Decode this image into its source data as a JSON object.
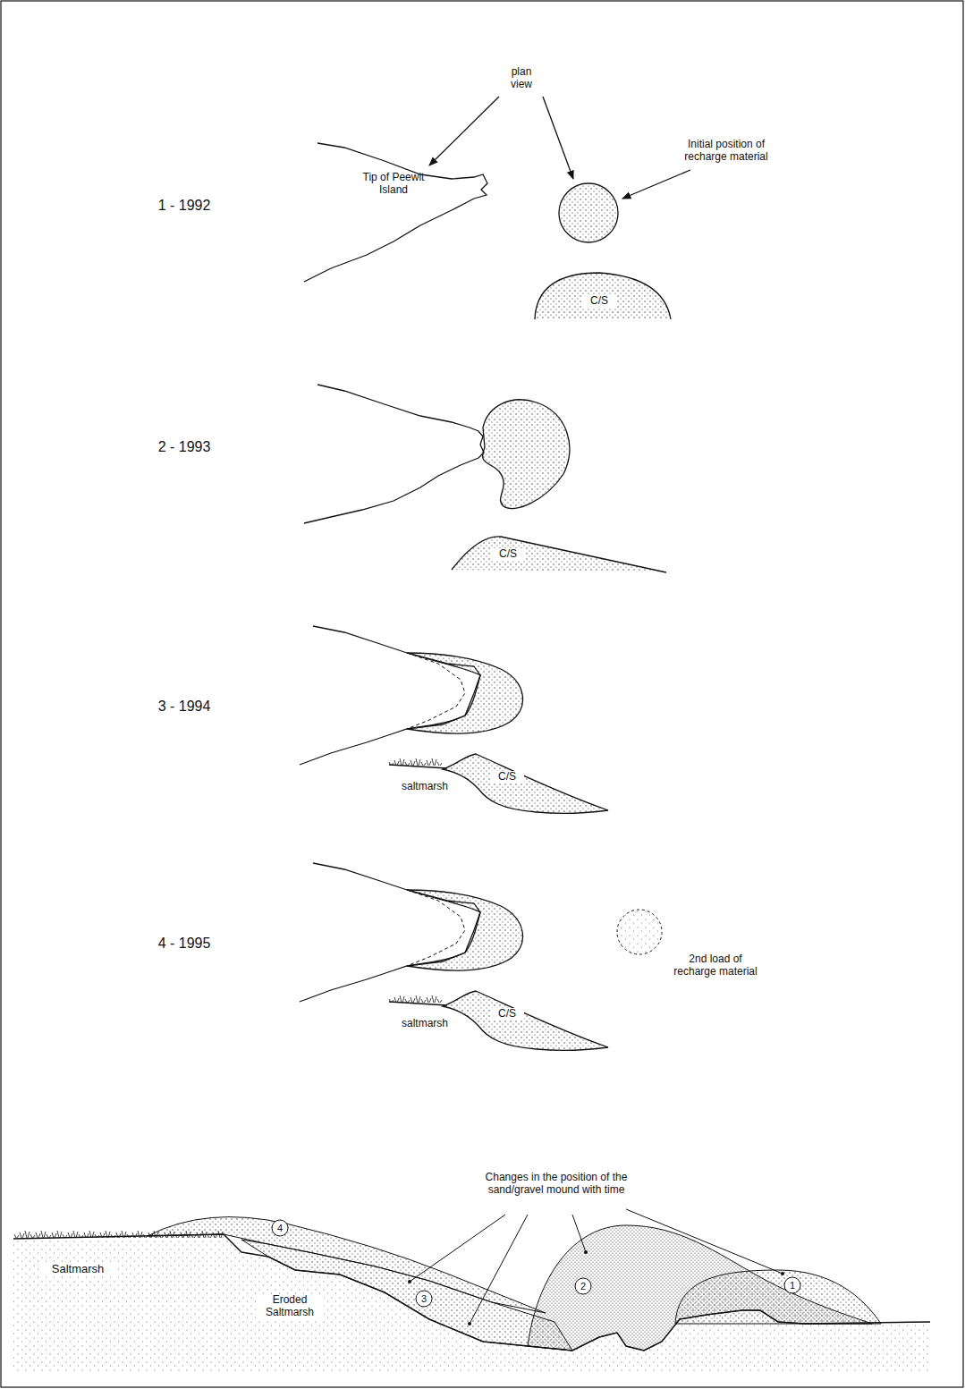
{
  "diagram": {
    "labels": [
      "plan view",
      "Initial position of recharge material",
      "1 - 1992",
      "Tip of Peewit Island",
      "C/S",
      "2 - 1993",
      "C/S",
      "3 - 1994",
      "saltmarsh",
      "C/S",
      "4 - 1995",
      "2nd load of recharge material",
      "saltmarsh",
      "C/S",
      "Changes in the position of the sand/gravel mound with time",
      "4",
      "Saltmarsh",
      "2",
      "1",
      "3",
      "Eroded Saltmarsh"
    ]
  }
}
